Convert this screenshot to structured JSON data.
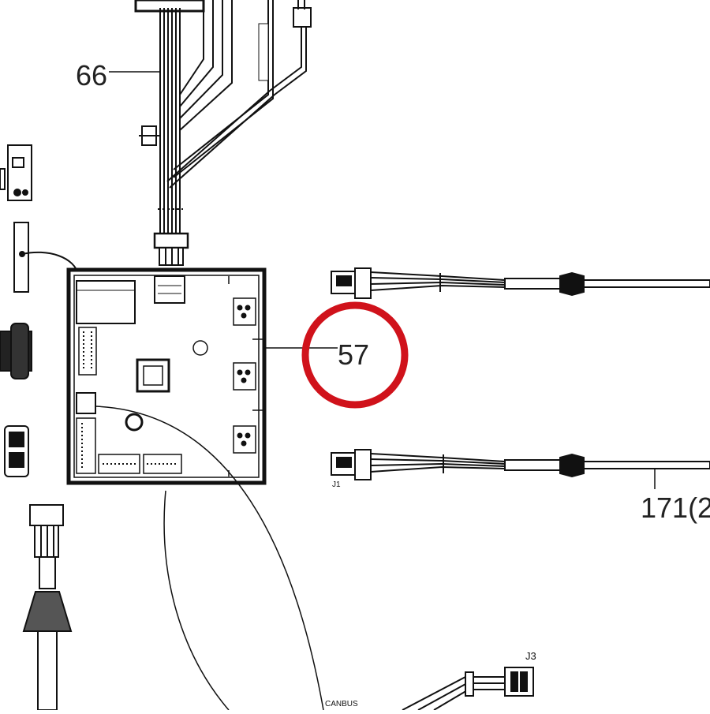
{
  "diagram": {
    "callouts": {
      "harness": "66",
      "board": "57",
      "cable": "171(2"
    },
    "connector_labels": {
      "j1": "J1",
      "j3": "J3",
      "canbus": "CANBUS"
    },
    "highlight_color": "#d0121b",
    "line_color": "#111111"
  }
}
